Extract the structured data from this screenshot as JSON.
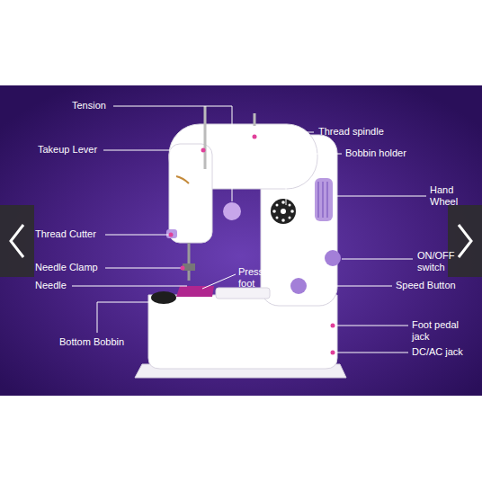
{
  "diagram": {
    "labels": [
      "Tension",
      "Thread spindle",
      "Takeup Lever",
      "Bobbin holder",
      "Hand Wheel",
      "Thread Cutter",
      "ON/OFF switch",
      "Needle Clamp",
      "Presser foot",
      "Needle",
      "Speed Button",
      "Foot pedal jack",
      "Bottom Bobbin",
      "DC/AC jack"
    ]
  }
}
